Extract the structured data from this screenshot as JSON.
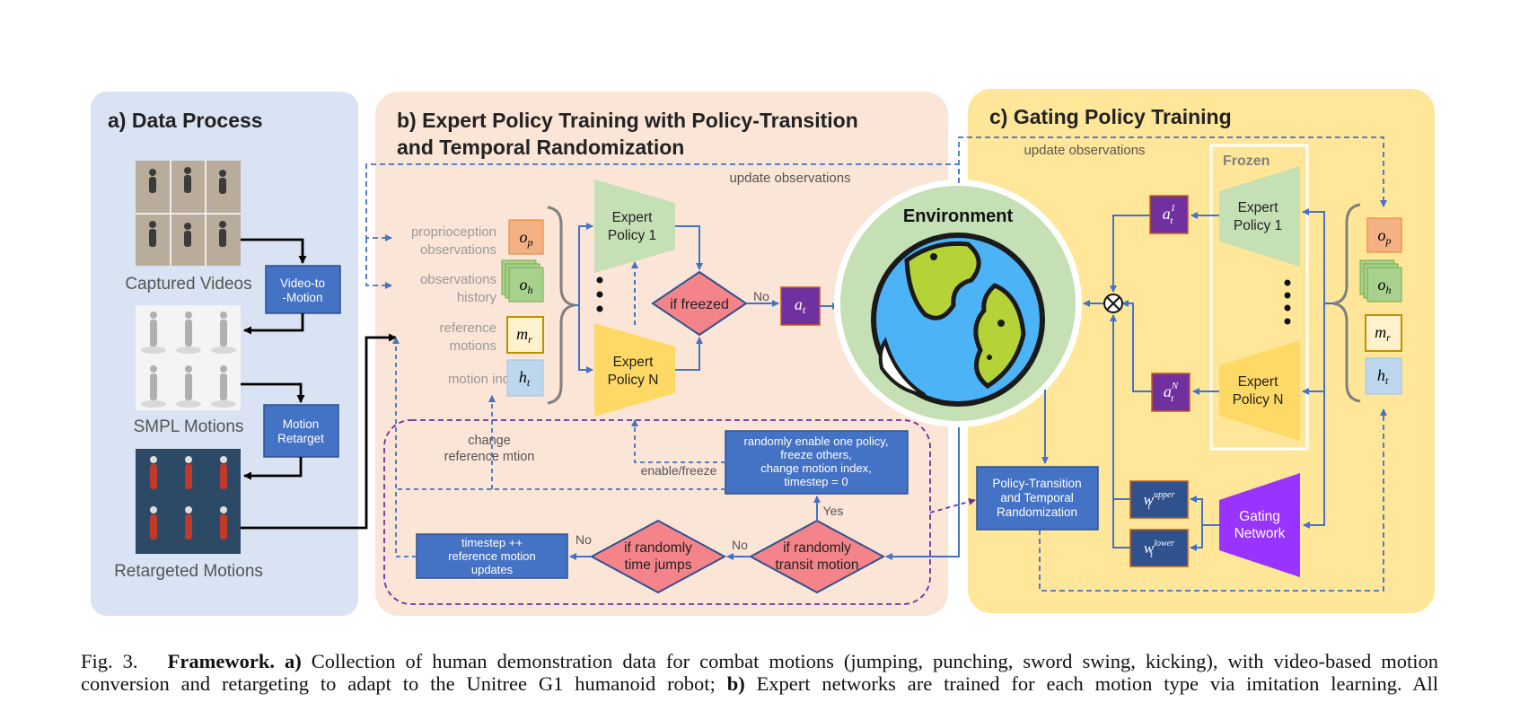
{
  "panels": {
    "a": {
      "title": "a) Data Process"
    },
    "b": {
      "title_line1": "b) Expert Policy Training with Policy-Transition",
      "title_line2": "and Temporal Randomization"
    },
    "c": {
      "title": "c) Gating Policy Training"
    }
  },
  "data_process": {
    "captured_videos": "Captured Videos",
    "smpl_motions": "SMPL Motions",
    "retargeted_motions": "Retargeted Motions",
    "video_to_motion_l1": "Video-to",
    "video_to_motion_l2": "-Motion",
    "motion_retarget_l1": "Motion",
    "motion_retarget_l2": "Retarget"
  },
  "expert": {
    "update_observations": "update observations",
    "proprio_l1": "proprioception",
    "proprio_l2": "observations",
    "history_l1": "observations",
    "history_l2": "history",
    "reference_l1": "reference",
    "reference_l2": "motions",
    "motion_index": "motion index",
    "expert1_l1": "Expert",
    "expert1_l2": "Policy 1",
    "expertN_l1": "Expert",
    "expertN_l2": "Policy N",
    "if_freezed": "if freezed",
    "no_label": "No",
    "yes_label": "Yes",
    "change_ref_l1": "change",
    "change_ref_l2": "reference mtion",
    "enable_freeze": "enable/freeze",
    "random_box_l1": "randomly enable one policy,",
    "random_box_l2": "freeze others,",
    "random_box_l3": "change motion index,",
    "random_box_l4": "timestep = 0",
    "transit_l1": "if randomly",
    "transit_l2": "transit motion",
    "jumps_l1": "if randomly",
    "jumps_l2": "time jumps",
    "timestep_l1": "timestep ++",
    "timestep_l2": "reference motion",
    "timestep_l3": "updates"
  },
  "environment": {
    "label": "Environment"
  },
  "gating": {
    "update_observations": "update observations",
    "frozen": "Frozen",
    "expert1_l1": "Expert",
    "expert1_l2": "Policy 1",
    "expertN_l1": "Expert",
    "expertN_l2": "Policy N",
    "ptr_l1": "Policy-Transition",
    "ptr_l2": "and Temporal",
    "ptr_l3": "Randomization",
    "gating_l1": "Gating",
    "gating_l2": "Network"
  },
  "caption": {
    "fig": "Fig. 3.",
    "bold1": "Framework. a)",
    "text1": " Collection of human demonstration data for combat motions (jumping, punching, sword swing, kicking), with video-based motion",
    "text2a": "conversion and retargeting to adapt to the Unitree G1 humanoid robot; ",
    "bold2": "b)",
    "text2b": " Expert networks are trained for each motion type via imitation learning. All"
  },
  "colors": {
    "panel_a": "#dae3f3",
    "panel_b": "#fbe5d6",
    "panel_c": "#ffe699",
    "blue_box": "#4472c4",
    "diamond": "#f4848a",
    "action": "#7030a0",
    "expert_green": "#c5e0b4",
    "expert_yellow": "#ffd966",
    "gating": "#9933ff",
    "arrow": "#4472c4"
  }
}
